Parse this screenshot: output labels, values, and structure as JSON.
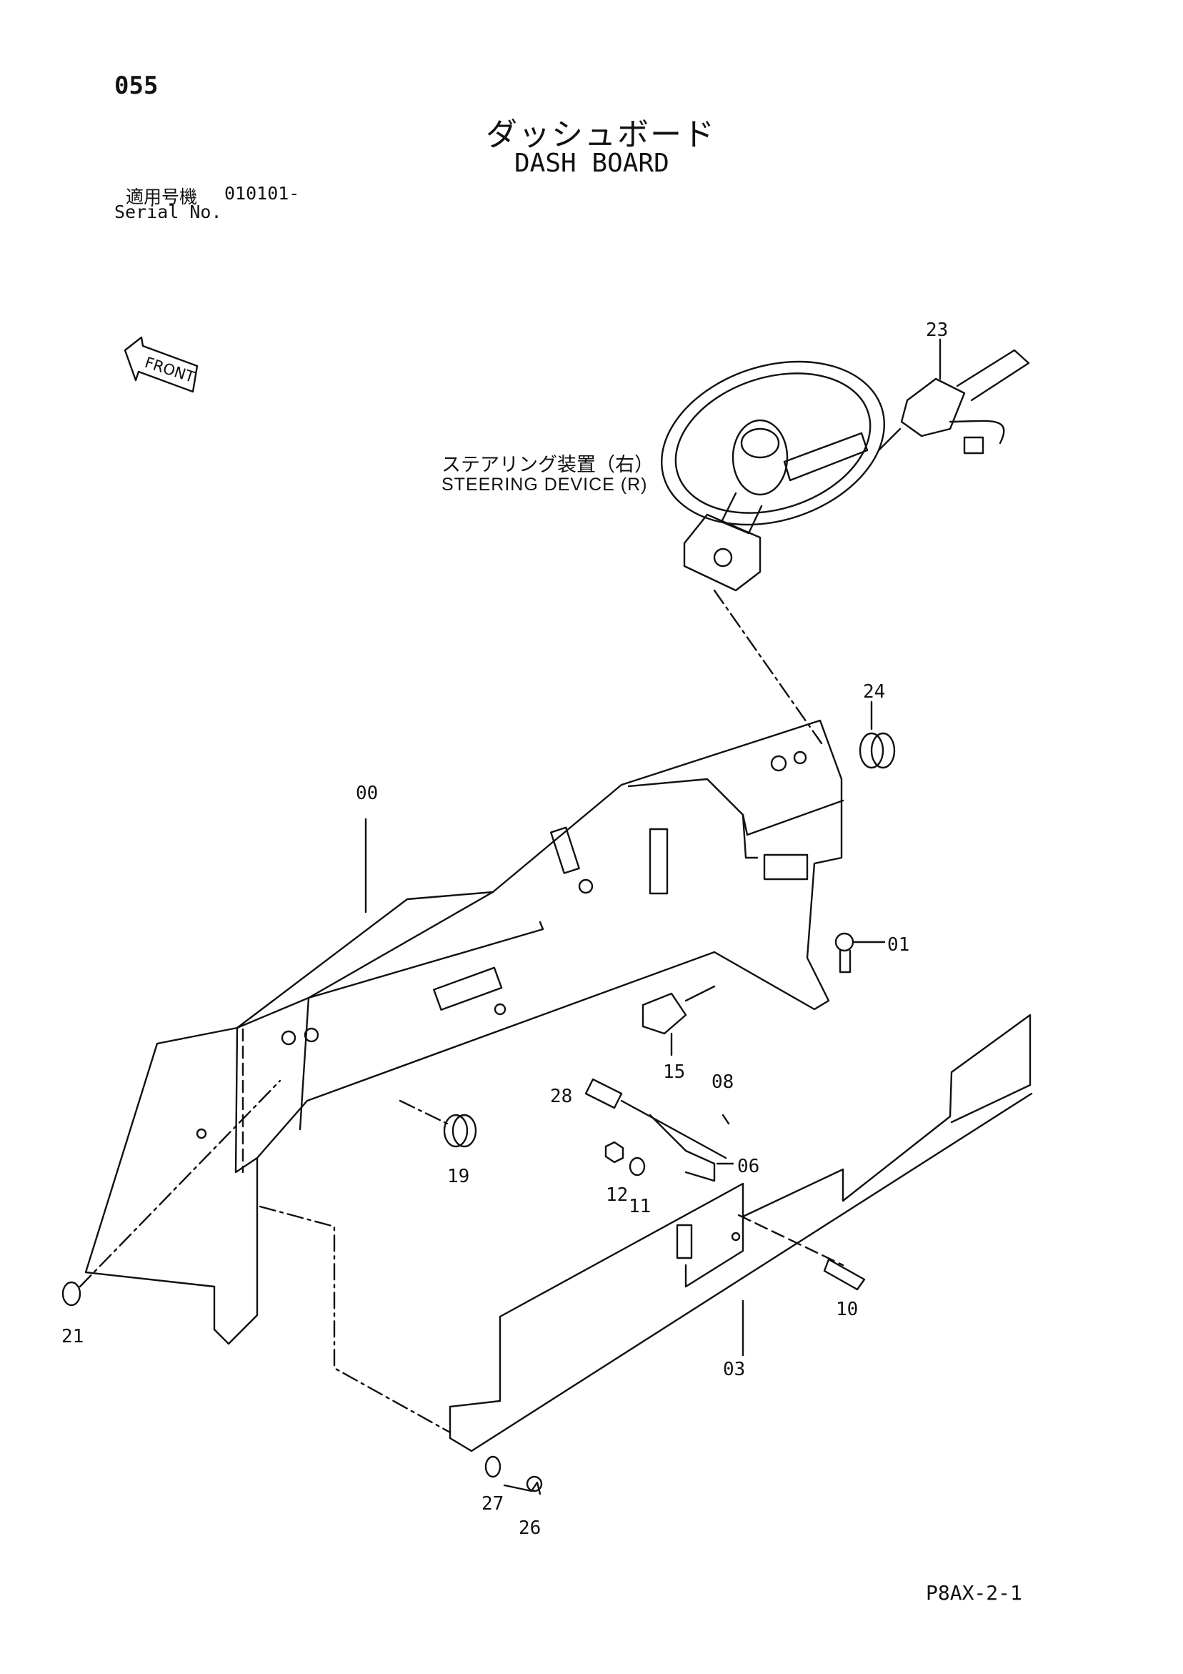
{
  "header": {
    "page_number": "055",
    "title_jp": "ダッシュボード",
    "title_en": "DASH BOARD",
    "serial_label_jp": "適用号機",
    "serial_value": "010101-",
    "serial_label_en": "Serial No."
  },
  "direction_marker": {
    "label": "FRONT"
  },
  "assembly_label": {
    "jp": "ステアリング装置（右）",
    "en": "STEERING DEVICE (R)"
  },
  "callouts": [
    "00",
    "01",
    "03",
    "06",
    "08",
    "10",
    "11",
    "12",
    "15",
    "19",
    "21",
    "23",
    "24",
    "26",
    "27",
    "28"
  ],
  "footer": {
    "doc_code": "P8AX-2-1"
  }
}
